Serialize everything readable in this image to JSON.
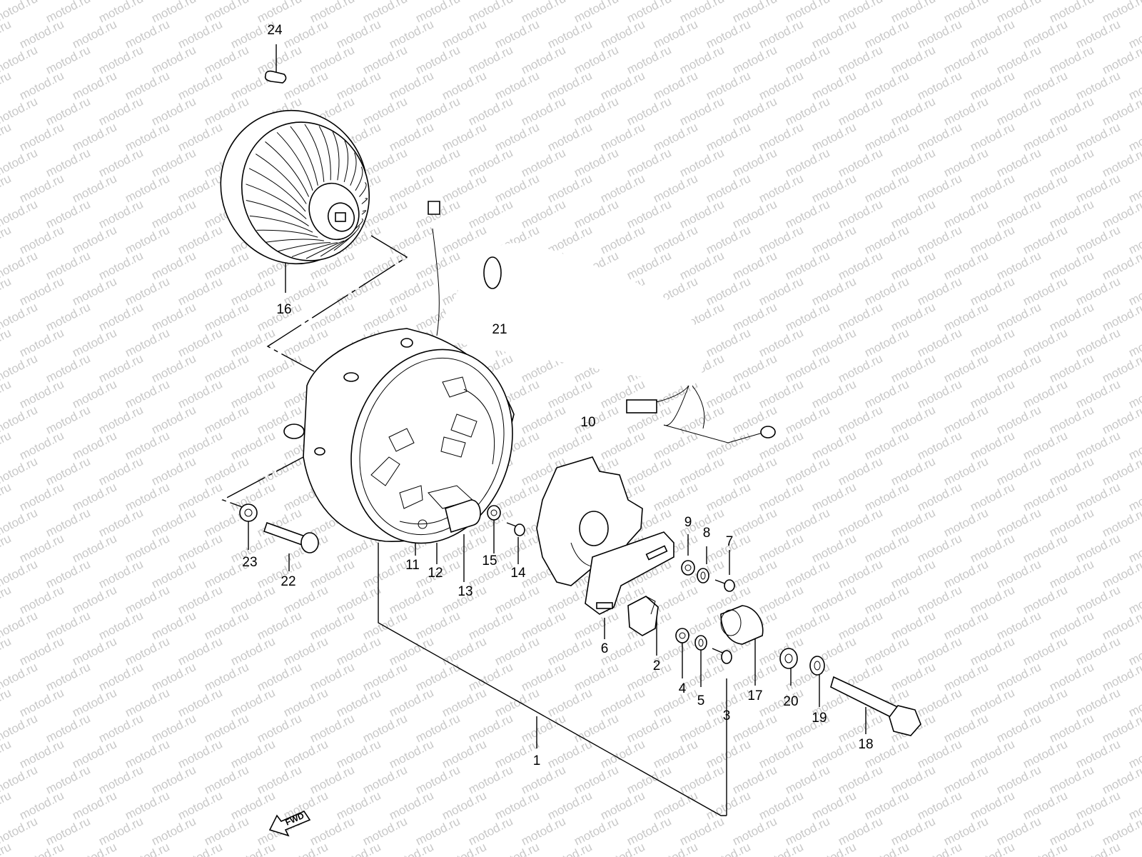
{
  "watermark": "motod.ru",
  "direction_marker": "FWD",
  "part_labels": [
    "1",
    "2",
    "3",
    "4",
    "5",
    "6",
    "7",
    "8",
    "9",
    "10",
    "11",
    "12",
    "13",
    "14",
    "15",
    "16",
    "17",
    "18",
    "19",
    "20",
    "21",
    "22",
    "23",
    "24"
  ],
  "parts": [
    {
      "id": "1",
      "icon": "generator-assembly-icon"
    },
    {
      "id": "2",
      "icon": "brush-holder-icon"
    },
    {
      "id": "3",
      "icon": "screw-icon"
    },
    {
      "id": "4",
      "icon": "washer-icon"
    },
    {
      "id": "5",
      "icon": "lock-washer-icon"
    },
    {
      "id": "6",
      "icon": "bracket-plate-icon"
    },
    {
      "id": "7",
      "icon": "screw-icon"
    },
    {
      "id": "8",
      "icon": "lock-washer-icon"
    },
    {
      "id": "9",
      "icon": "washer-icon"
    },
    {
      "id": "10",
      "icon": "brush-plate-icon"
    },
    {
      "id": "11",
      "icon": "brush-icon"
    },
    {
      "id": "12",
      "icon": "clip-icon"
    },
    {
      "id": "13",
      "icon": "condenser-icon"
    },
    {
      "id": "14",
      "icon": "screw-icon"
    },
    {
      "id": "15",
      "icon": "washer-icon"
    },
    {
      "id": "16",
      "icon": "rotor-icon"
    },
    {
      "id": "17",
      "icon": "cam-icon"
    },
    {
      "id": "18",
      "icon": "bolt-icon"
    },
    {
      "id": "19",
      "icon": "lock-washer-icon"
    },
    {
      "id": "20",
      "icon": "washer-icon"
    },
    {
      "id": "21",
      "icon": "grommet-icon"
    },
    {
      "id": "22",
      "icon": "bolt-icon"
    },
    {
      "id": "23",
      "icon": "washer-icon"
    },
    {
      "id": "24",
      "icon": "key-icon"
    }
  ]
}
